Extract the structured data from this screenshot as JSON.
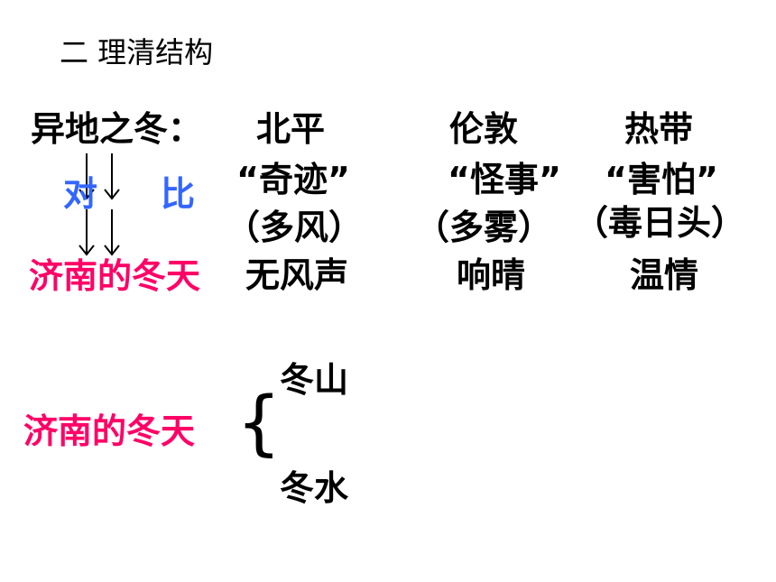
{
  "section_title": "二    理清结构",
  "row_label": "异地之冬：",
  "compare_char_1": "对",
  "compare_char_2": "比",
  "jinan_label": "济南的冬天",
  "places": [
    {
      "city": "北平",
      "quote": "“奇迹”",
      "note": "（多风）",
      "jinan": "无风声"
    },
    {
      "city": "伦敦",
      "quote": "“怪事”",
      "note": "（多雾）",
      "jinan": "响晴"
    },
    {
      "city": "热带",
      "quote": "“害怕”",
      "note": "（毒日头）",
      "jinan": "温情"
    }
  ],
  "bottom": {
    "label": "济南的冬天",
    "brace": "{",
    "items": [
      "冬山",
      "冬水"
    ]
  },
  "colors": {
    "accent_pink": "#ff0066",
    "accent_blue": "#3366ff",
    "text": "#000000"
  }
}
